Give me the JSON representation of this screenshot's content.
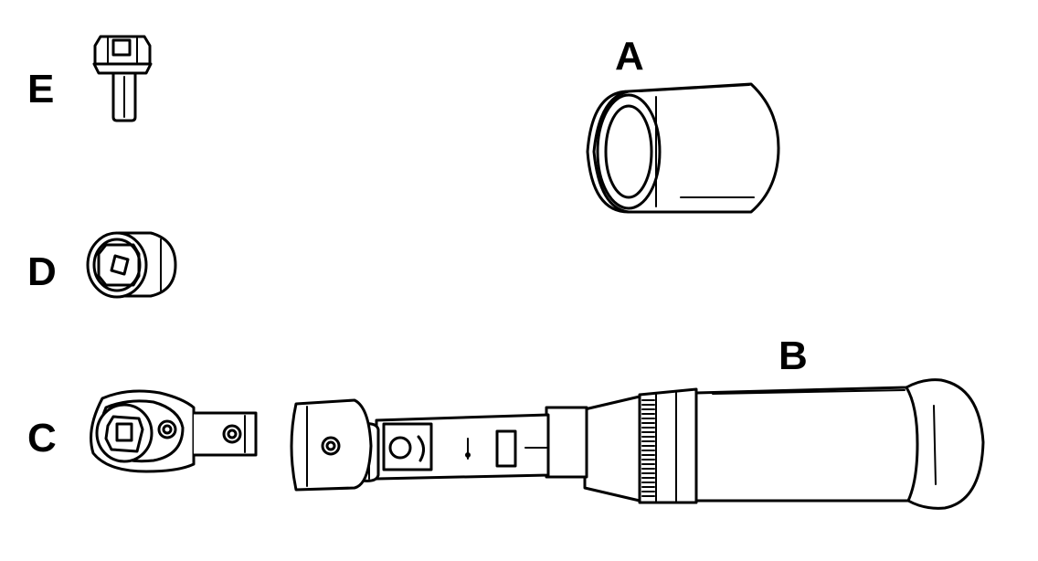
{
  "labels": {
    "a": "A",
    "b": "B",
    "c": "C",
    "d": "D",
    "e": "E"
  },
  "colors": {
    "line": "#000000",
    "background": "#ffffff"
  }
}
